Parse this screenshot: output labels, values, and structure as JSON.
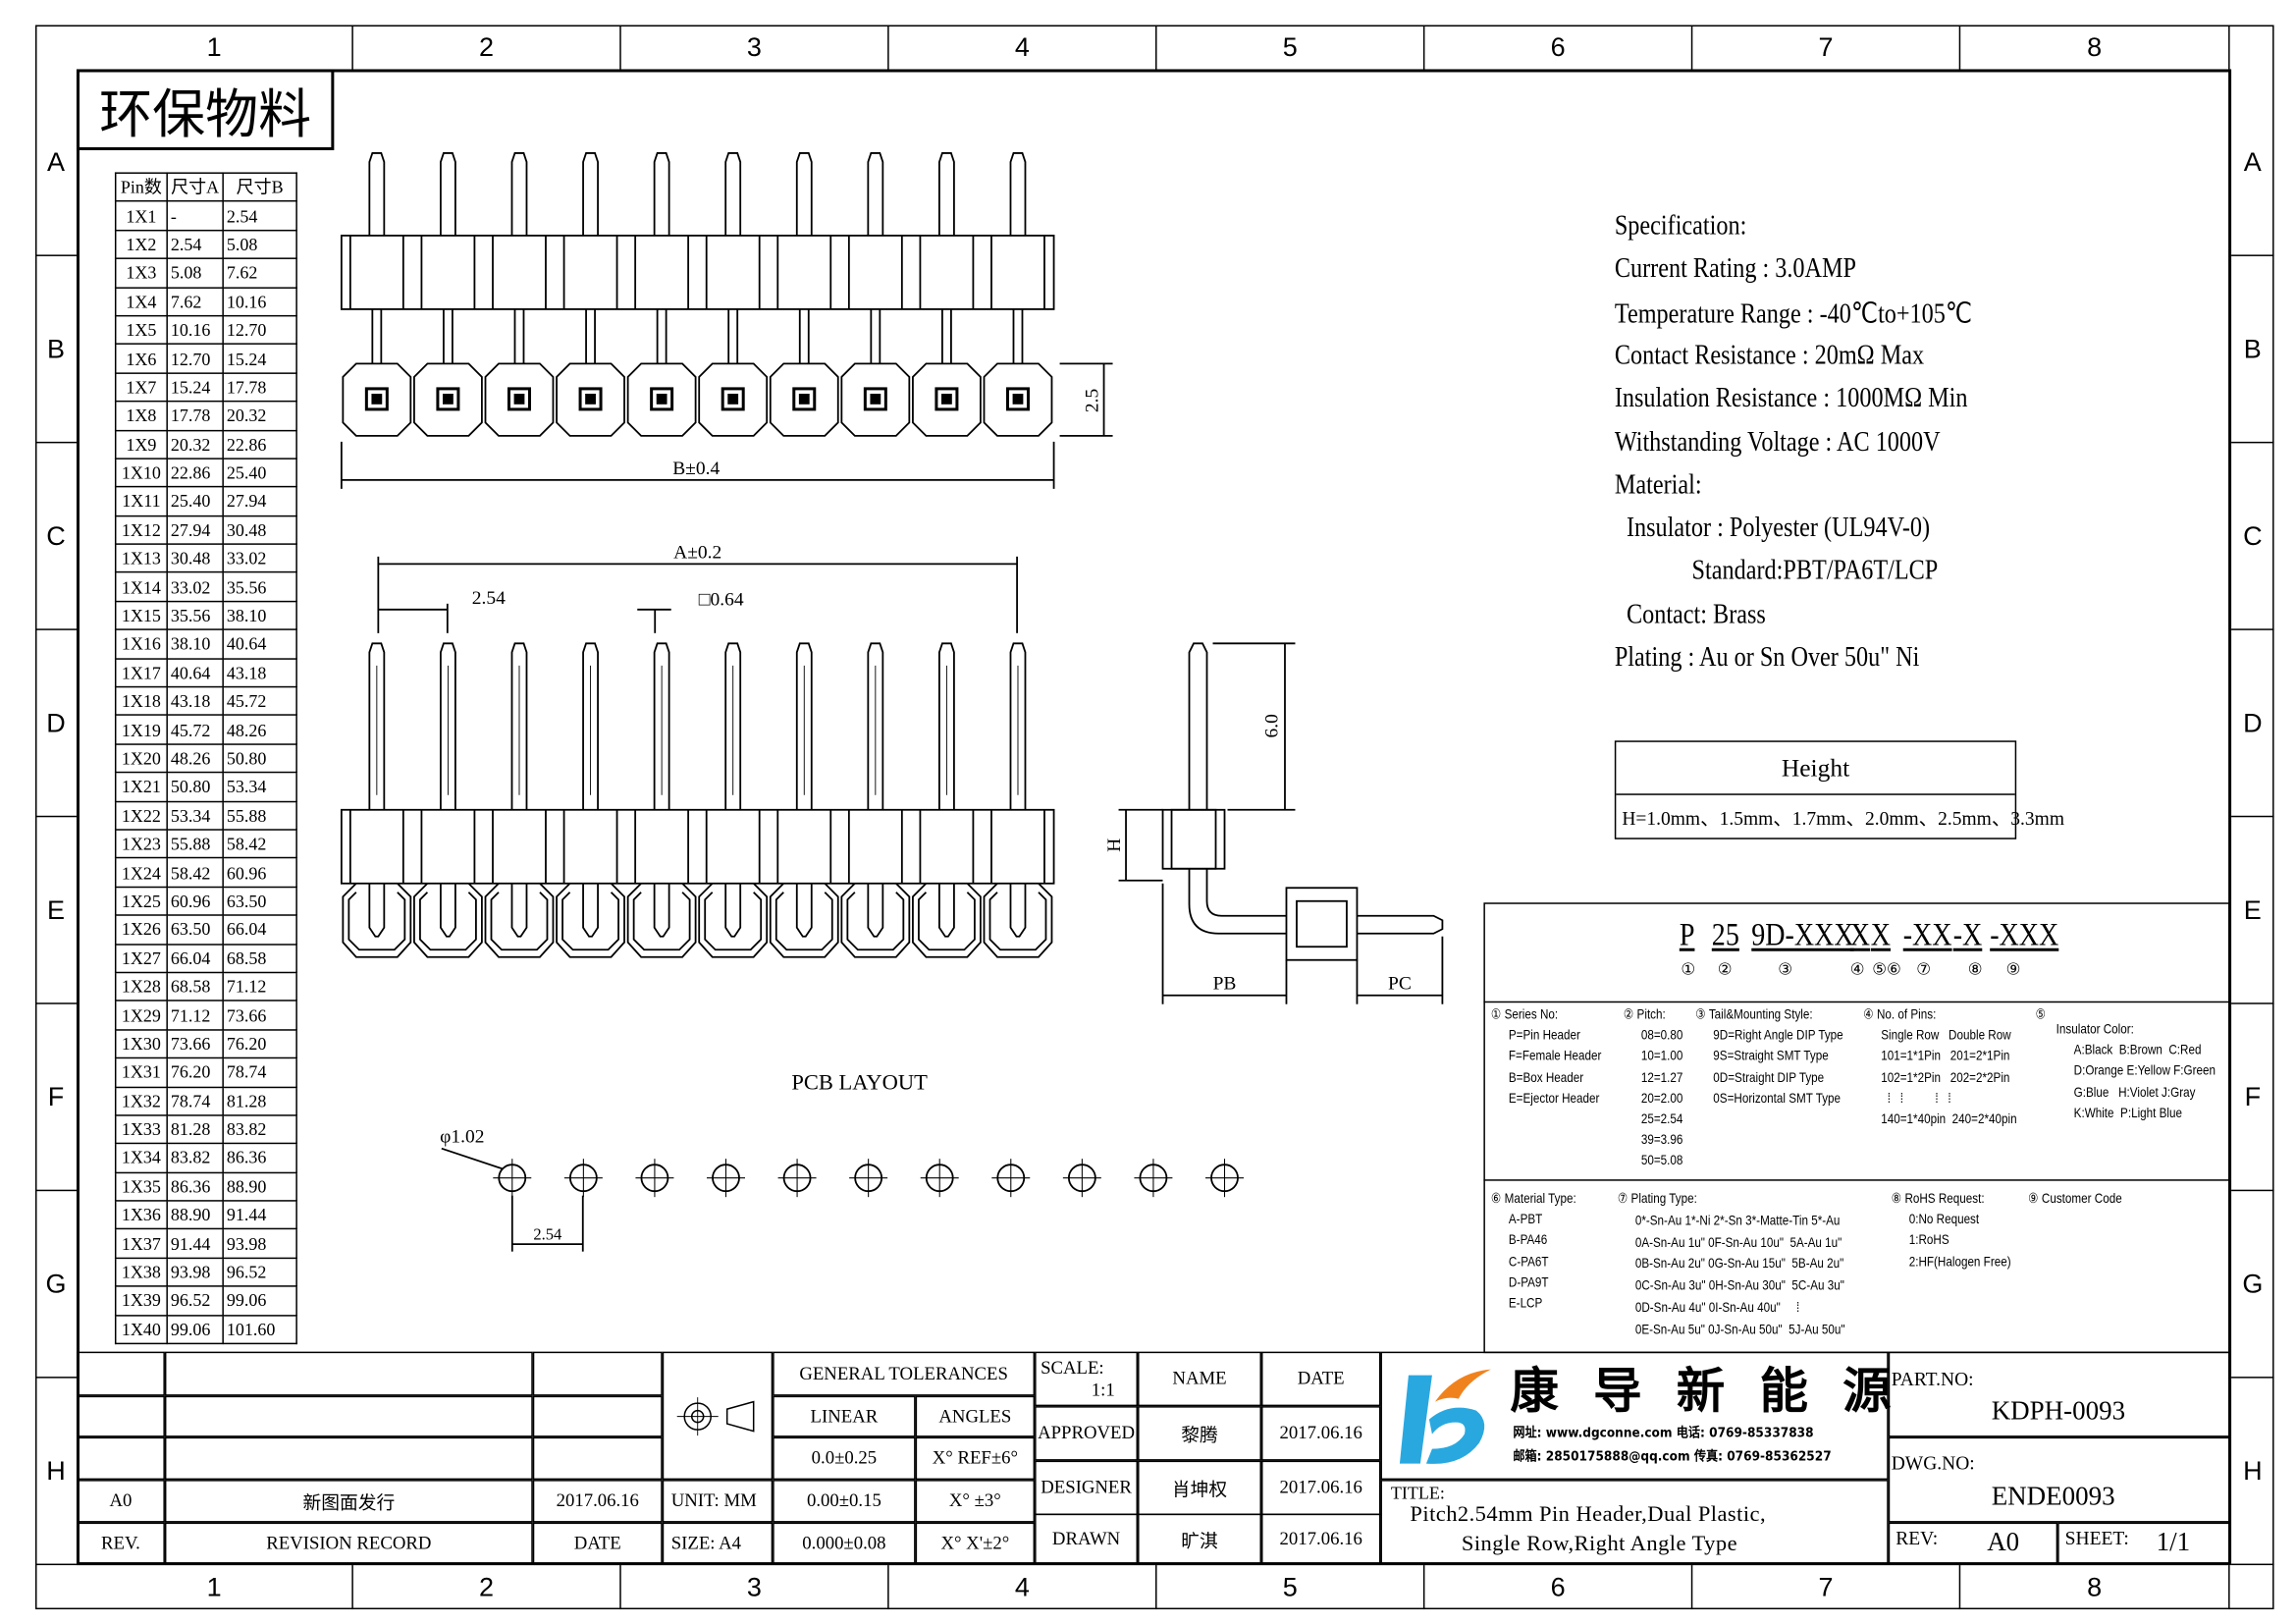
{
  "frame": {
    "columns": [
      "1",
      "2",
      "3",
      "4",
      "5",
      "6",
      "7",
      "8"
    ],
    "rows": [
      "A",
      "B",
      "C",
      "D",
      "E",
      "F",
      "G",
      "H"
    ]
  },
  "stamp": "环保物料",
  "pin_table": {
    "headers": [
      "Pin数",
      "尺寸A",
      "尺寸B"
    ],
    "rows": [
      [
        "1X1",
        "-",
        "2.54"
      ],
      [
        "1X2",
        "2.54",
        "5.08"
      ],
      [
        "1X3",
        "5.08",
        "7.62"
      ],
      [
        "1X4",
        "7.62",
        "10.16"
      ],
      [
        "1X5",
        "10.16",
        "12.70"
      ],
      [
        "1X6",
        "12.70",
        "15.24"
      ],
      [
        "1X7",
        "15.24",
        "17.78"
      ],
      [
        "1X8",
        "17.78",
        "20.32"
      ],
      [
        "1X9",
        "20.32",
        "22.86"
      ],
      [
        "1X10",
        "22.86",
        "25.40"
      ],
      [
        "1X11",
        "25.40",
        "27.94"
      ],
      [
        "1X12",
        "27.94",
        "30.48"
      ],
      [
        "1X13",
        "30.48",
        "33.02"
      ],
      [
        "1X14",
        "33.02",
        "35.56"
      ],
      [
        "1X15",
        "35.56",
        "38.10"
      ],
      [
        "1X16",
        "38.10",
        "40.64"
      ],
      [
        "1X17",
        "40.64",
        "43.18"
      ],
      [
        "1X18",
        "43.18",
        "45.72"
      ],
      [
        "1X19",
        "45.72",
        "48.26"
      ],
      [
        "1X20",
        "48.26",
        "50.80"
      ],
      [
        "1X21",
        "50.80",
        "53.34"
      ],
      [
        "1X22",
        "53.34",
        "55.88"
      ],
      [
        "1X23",
        "55.88",
        "58.42"
      ],
      [
        "1X24",
        "58.42",
        "60.96"
      ],
      [
        "1X25",
        "60.96",
        "63.50"
      ],
      [
        "1X26",
        "63.50",
        "66.04"
      ],
      [
        "1X27",
        "66.04",
        "68.58"
      ],
      [
        "1X28",
        "68.58",
        "71.12"
      ],
      [
        "1X29",
        "71.12",
        "73.66"
      ],
      [
        "1X30",
        "73.66",
        "76.20"
      ],
      [
        "1X31",
        "76.20",
        "78.74"
      ],
      [
        "1X32",
        "78.74",
        "81.28"
      ],
      [
        "1X33",
        "81.28",
        "83.82"
      ],
      [
        "1X34",
        "83.82",
        "86.36"
      ],
      [
        "1X35",
        "86.36",
        "88.90"
      ],
      [
        "1X36",
        "88.90",
        "91.44"
      ],
      [
        "1X37",
        "91.44",
        "93.98"
      ],
      [
        "1X38",
        "93.98",
        "96.52"
      ],
      [
        "1X39",
        "96.52",
        "99.06"
      ],
      [
        "1X40",
        "99.06",
        "101.60"
      ]
    ]
  },
  "dims": {
    "b": "B±0.4",
    "h25": "2.5",
    "a": "A±0.2",
    "pitch": "2.54",
    "pin_sq": "□0.64",
    "len6": "6.0",
    "h": "H",
    "pb": "PB",
    "pc": "PC",
    "pcb_title": "PCB LAYOUT",
    "hole": "φ1.02",
    "pcb_pitch": "2.54"
  },
  "spec": [
    "Specification:",
    "Current Rating : 3.0AMP",
    "Temperature Range : -40℃to+105℃",
    "Contact Resistance : 20mΩ Max",
    "Insulation Resistance : 1000MΩ Min",
    "Withstanding Voltage : AC 1000V",
    "Material:",
    "  Insulator : Polyester (UL94V-0)",
    "             Standard:PBT/PA6T/LCP",
    "  Contact: Brass",
    "Plating : Au or Sn Over 50u\" Ni"
  ],
  "height_box": {
    "title": "Height",
    "values": "H=1.0mm、1.5mm、1.7mm、2.0mm、2.5mm、3.3mm"
  },
  "part_code": {
    "parts": [
      "P",
      "25",
      "9D-XXX",
      "X",
      "X",
      "-XX",
      "-X",
      "-XXX"
    ],
    "markers": [
      "①",
      "②",
      "③",
      "④",
      "⑤⑥",
      "⑦",
      "⑧",
      "⑨"
    ]
  },
  "legend": {
    "series": [
      "① Series No:",
      "P=Pin Header",
      "F=Female Header",
      "B=Box Header",
      "E=Ejector Header"
    ],
    "pitch": [
      "② Pitch:",
      "08=0.80",
      "10=1.00",
      "12=1.27",
      "20=2.00",
      "25=2.54",
      "39=3.96",
      "50=5.08"
    ],
    "tail": [
      "③ Tail&Mounting Style:",
      "9D=Right Angle DIP Type",
      "9S=Straight SMT Type",
      "0D=Straight DIP Type",
      "0S=Horizontal SMT Type"
    ],
    "pins": [
      "④ No. of Pins:",
      "Single Row   Double Row",
      "101=1*1Pin   201=2*1Pin",
      "102=1*2Pin   202=2*2Pin",
      "  ⁞   ⁞          ⁞   ⁞",
      "140=1*40pin  240=2*40pin"
    ],
    "color_num": "⑤",
    "color": [
      "Insulator Color:",
      "A:Black  B:Brown  C:Red",
      "D:Orange E:Yellow F:Green",
      "G:Blue   H:Violet J:Gray",
      "K:White  P:Light Blue"
    ],
    "material": [
      "⑥ Material Type:",
      "A-PBT",
      "B-PA46",
      "C-PA6T",
      "D-PA9T",
      "E-LCP"
    ],
    "plating": [
      "⑦ Plating Type:",
      "0*-Sn-Au 1*-Ni 2*-Sn 3*-Matte-Tin 5*-Au",
      "0A-Sn-Au 1u\" 0F-Sn-Au 10u\"  5A-Au 1u\"",
      "0B-Sn-Au 2u\" 0G-Sn-Au 15u\"  5B-Au 2u\"",
      "0C-Sn-Au 3u\" 0H-Sn-Au 30u\"  5C-Au 3u\"",
      "0D-Sn-Au 4u\" 0I-Sn-Au 40u\"     ⁞",
      "0E-Sn-Au 5u\" 0J-Sn-Au 50u\"  5J-Au 50u\""
    ],
    "rohs": [
      "⑧ RoHS Request:",
      "0:No Request",
      "1:RoHS",
      "2:HF(Halogen Free)"
    ],
    "customer": "⑨ Customer Code"
  },
  "title_block": {
    "general_tolerances": "GENERAL TOLERANCES",
    "linear": "LINEAR",
    "angles": "ANGLES",
    "tol": [
      [
        "0.0±0.25",
        "X° REF±6°"
      ],
      [
        "0.00±0.15",
        "X° ±3°"
      ],
      [
        "0.000±0.08",
        "X° X'±2°"
      ]
    ],
    "unit": "UNIT: MM",
    "size": "SIZE: A4",
    "scale_label": "SCALE:",
    "scale": "1:1",
    "name": "NAME",
    "date": "DATE",
    "approved": "APPROVED",
    "approved_name": "黎腾",
    "approved_date": "2017.06.16",
    "designer": "DESIGNER",
    "designer_name": "肖坤权",
    "designer_date": "2017.06.16",
    "drawn": "DRAWN",
    "drawn_name": "旷淇",
    "drawn_date": "2017.06.16",
    "rev_row": [
      "A0",
      "新图面发行",
      "2017.06.16"
    ],
    "rev_header": [
      "REV.",
      "REVISION RECORD",
      "DATE"
    ],
    "company": "康 导 新 能 源",
    "contact1": "网址: www.dgconne.com  电话: 0769-85337838",
    "contact2": "邮箱: 2850175888@qq.com  传真: 0769-85362527",
    "title_label": "TITLE:",
    "title1": "Pitch2.54mm Pin Header,Dual Plastic,",
    "title2": "Single Row,Right Angle Type",
    "part_no_label": "PART.NO:",
    "part_no": "KDPH-0093",
    "dwg_no_label": "DWG.NO:",
    "dwg_no": "ENDE0093",
    "rev_label": "REV:",
    "rev": "A0",
    "sheet_label": "SHEET:",
    "sheet": "1/1"
  },
  "colors": {
    "logo_blue": "#29a8e0",
    "logo_orange": "#f0821e"
  }
}
